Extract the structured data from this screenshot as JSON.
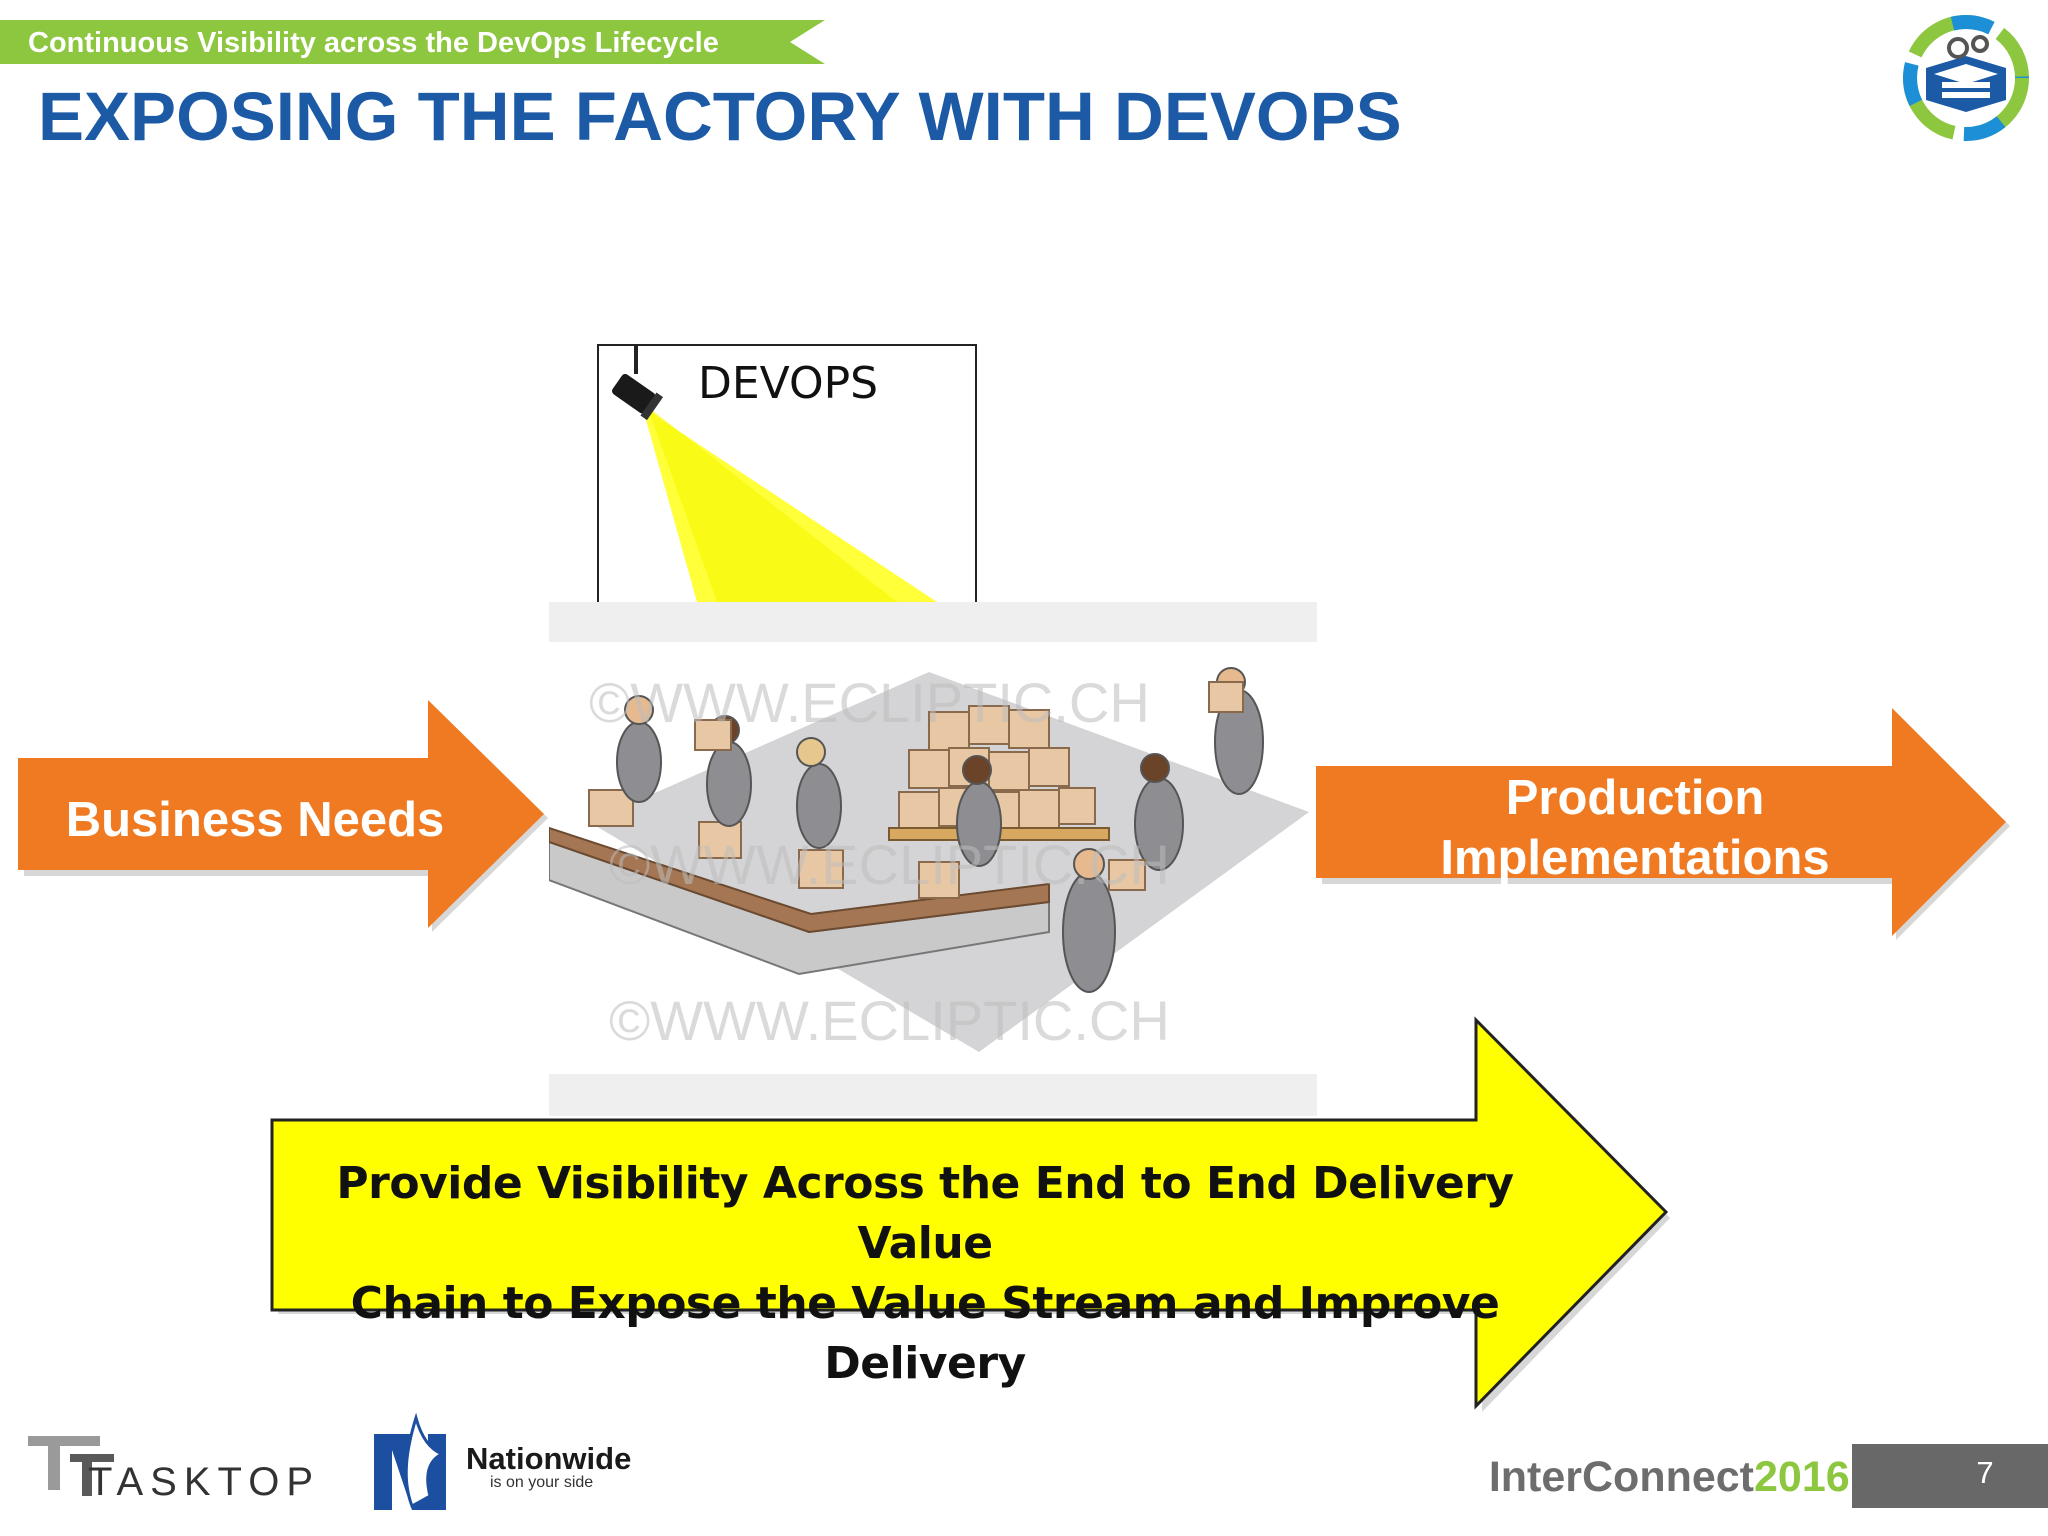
{
  "header": {
    "tagline": "Continuous Visibility across the DevOps Lifecycle",
    "title": "EXPOSING THE FACTORY WITH DEVOPS",
    "corner_logo_icon": "gears-cycle-icon"
  },
  "diagram": {
    "devops_label": "DEVOPS",
    "input_arrow_label": "Business Needs",
    "output_arrow_label": "Production\nImplementations",
    "visibility_arrow_label": "Provide Visibility  Across the End to End Delivery Value\nChain to Expose the Value Stream and Improve Delivery",
    "watermark": "©WWW.ECLIPTIC.CH"
  },
  "footer": {
    "tasktop": "TASKTOP",
    "nationwide_name": "Nationwide",
    "nationwide_tagline": "is on your side",
    "event_name": "InterConnect",
    "event_year": "2016",
    "page_number": "7"
  },
  "colors": {
    "tagline_green": "#8dc63f",
    "title_blue": "#1c5aa6",
    "orange": "#f07a22",
    "yellow": "#ffff00",
    "gray_bar": "#686868"
  }
}
